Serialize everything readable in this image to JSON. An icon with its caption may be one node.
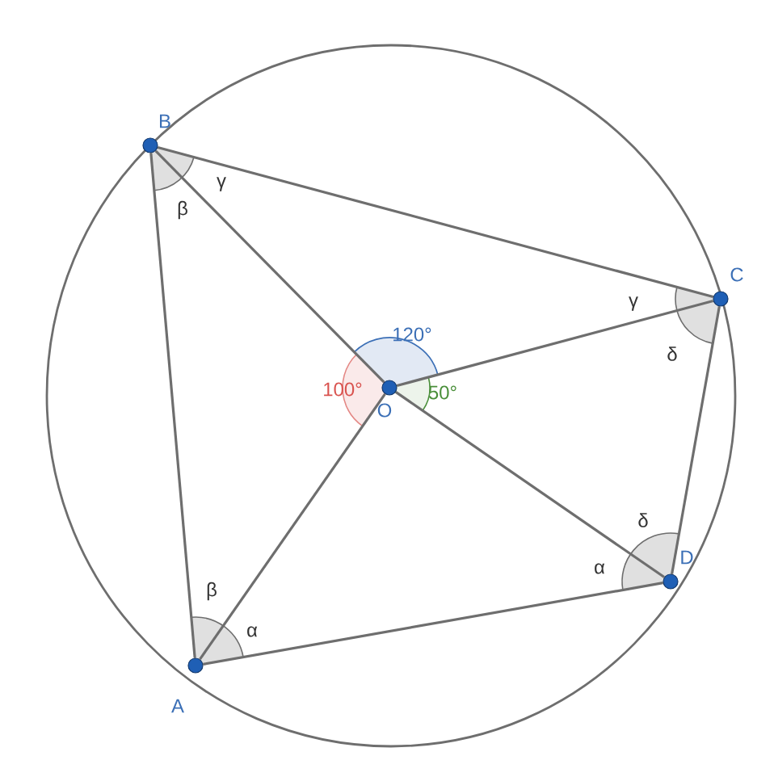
{
  "diagram": {
    "nodes": [
      {
        "text": [
          "B"
        ]
      },
      {
        "text": [
          "C"
        ]
      },
      {
        "text": [
          "O"
        ]
      },
      {
        "text": [
          "D"
        ]
      },
      {
        "text": [
          "A"
        ]
      }
    ],
    "edges": [
      {
        "from": 0,
        "to": 1,
        "arrow": "none"
      },
      {
        "from": 1,
        "to": 3,
        "arrow": "none"
      },
      {
        "from": 3,
        "to": 4,
        "arrow": "none"
      },
      {
        "from": 4,
        "to": 0,
        "arrow": "none"
      },
      {
        "from": 2,
        "to": 0,
        "arrow": "none"
      },
      {
        "from": 2,
        "to": 1,
        "arrow": "none"
      },
      {
        "from": 2,
        "to": 3,
        "arrow": "none"
      },
      {
        "from": 2,
        "to": 4,
        "arrow": "none"
      }
    ],
    "labels": [
      "β",
      "γ",
      "γ",
      "120°",
      "δ",
      "100°",
      "50°",
      "δ",
      "α",
      "β",
      "α"
    ]
  }
}
